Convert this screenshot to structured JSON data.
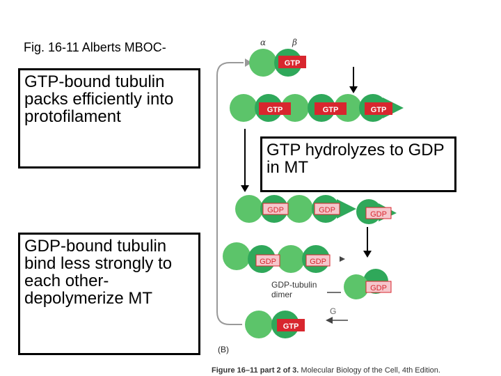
{
  "figure_title": "Fig. 16-11 Alberts MBOC-",
  "boxes": {
    "gtp_bound": "GTP-bound tubulin packs efficiently into protofilament",
    "gdp_bound": "GDP-bound tubulin bind less strongly to each other- depolymerize MT",
    "hydrolysis": "GTP hydrolyzes to GDP in MT"
  },
  "diagram": {
    "alpha_label": "α",
    "beta_label": "β",
    "gtp": "GTP",
    "gdp": "GDP",
    "dimer_label_line1": "GDP-tubulin",
    "dimer_label_line2": "dimer",
    "fragment": "G",
    "panel_label": "(B)",
    "caption_bold": "Figure 16–11 part 2 of 3.",
    "caption_rest": " Molecular Biology of the Cell, 4th Edition.",
    "colors": {
      "alpha_subunit": "#5cc46a",
      "beta_subunit": "#2fa85a",
      "gtp_tag": "#d8262e"
    }
  }
}
